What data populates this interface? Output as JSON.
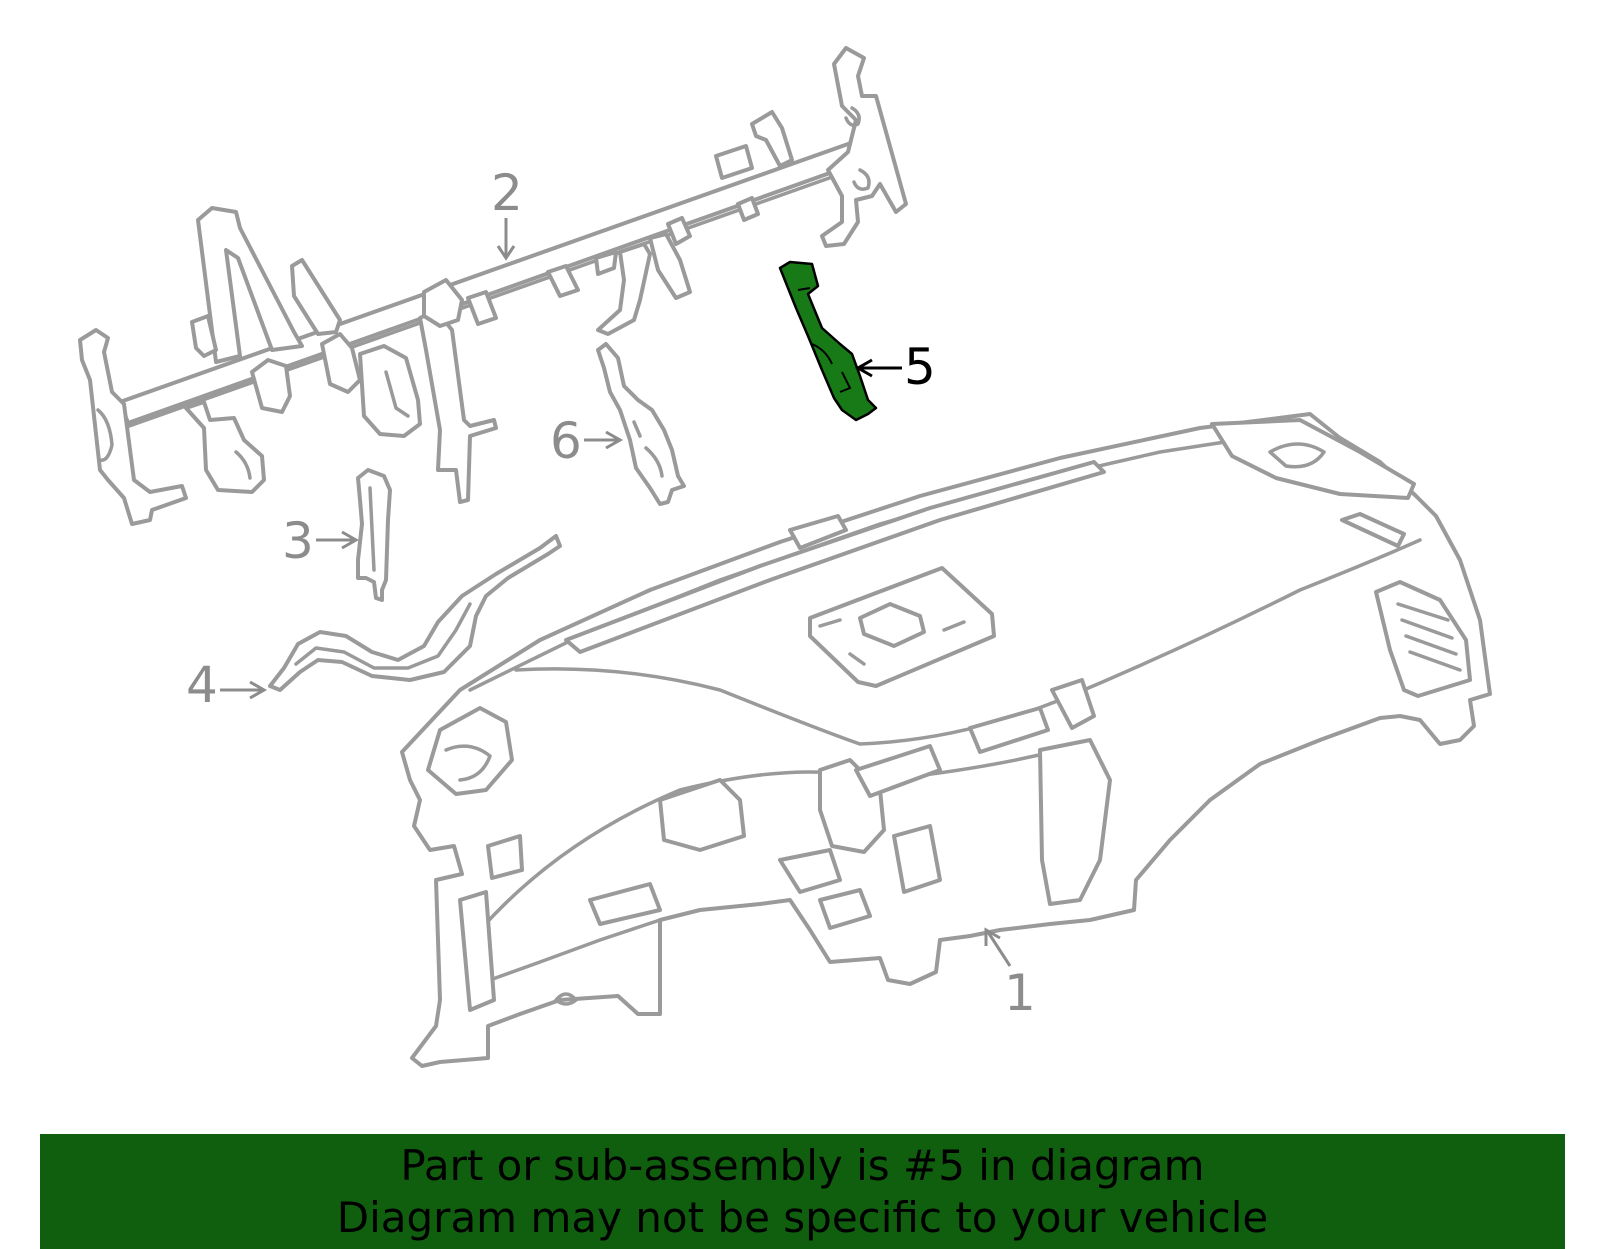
{
  "banner": {
    "line1": "Part or sub-assembly is #5 in diagram",
    "line2": "Diagram may not be specific to your vehicle",
    "background_color": "#0f5f0f"
  },
  "colors": {
    "part_outline": "#9a9a9a",
    "highlight_fill": "#177a17",
    "highlight_outline": "#000000",
    "callout_text": "#8c8c8c",
    "highlight_callout_text": "#000000"
  },
  "callouts": [
    {
      "number": "1",
      "part": "instrument-panel",
      "highlighted": false
    },
    {
      "number": "2",
      "part": "cross-car-beam",
      "highlighted": false
    },
    {
      "number": "3",
      "part": "bracket",
      "highlighted": false
    },
    {
      "number": "4",
      "part": "duct",
      "highlighted": false
    },
    {
      "number": "5",
      "part": "bracket",
      "highlighted": true
    },
    {
      "number": "6",
      "part": "bracket",
      "highlighted": false
    }
  ]
}
